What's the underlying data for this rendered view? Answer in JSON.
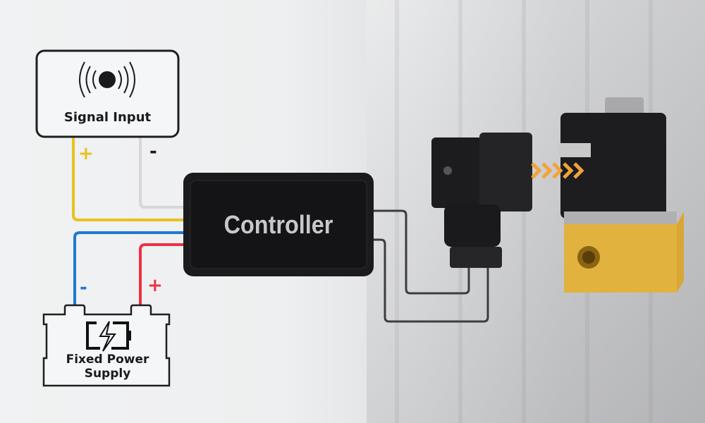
{
  "signal_input": {
    "label": "Signal Input",
    "icon": "signal-broadcast-icon",
    "plus": "+",
    "minus": "-"
  },
  "controller": {
    "label": "Controller"
  },
  "power_supply": {
    "label_line1": "Fixed Power",
    "label_line2": "Supply",
    "icon": "battery-charging-icon",
    "plus": "+",
    "minus": "-"
  },
  "colors": {
    "positive_signal": "#e8c21e",
    "negative_signal": "#d9d9d9",
    "negative_power": "#1f78d1",
    "positive_power": "#ee3045",
    "output": "#3d3d3f",
    "controller": "#1b1b1e",
    "valve_body": "#d9a636"
  }
}
